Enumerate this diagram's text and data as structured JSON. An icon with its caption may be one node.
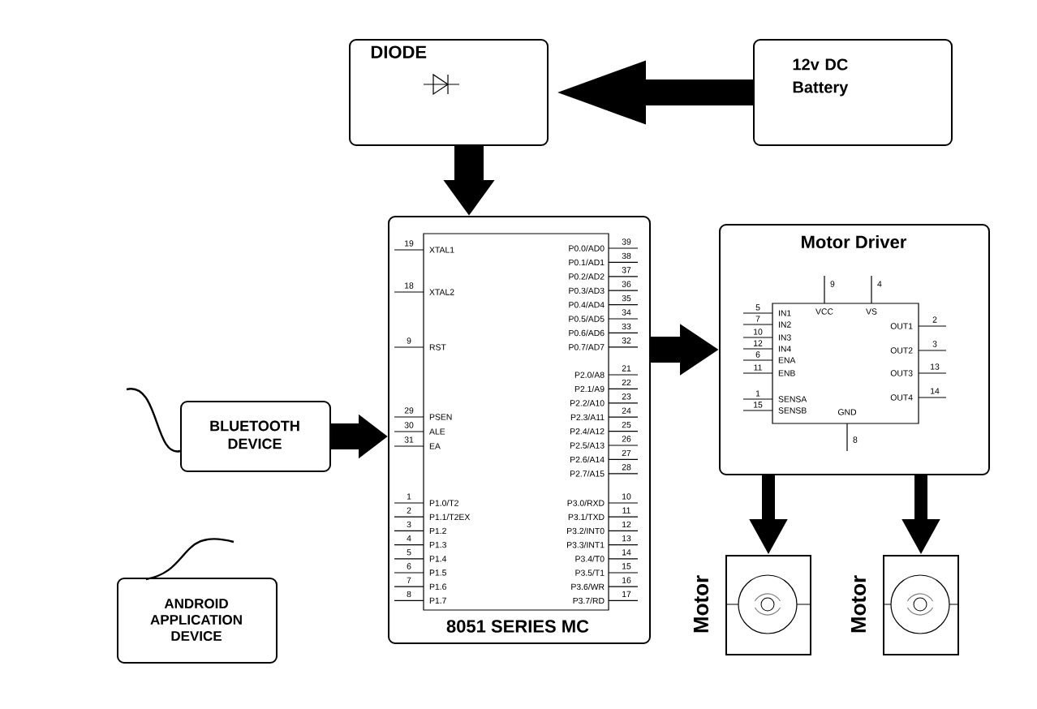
{
  "diagram": {
    "nodes": [
      {
        "text": [
          "DIODE"
        ]
      },
      {
        "text": [
          "12v DC Battery"
        ]
      },
      {
        "text": [
          "8051 SERIES MC"
        ]
      },
      {
        "text": [
          "Motor Driver"
        ]
      },
      {
        "text": [
          "BLUETOOTH DEVICE"
        ]
      },
      {
        "text": [
          "ANDROID APPLICATION DEVICE"
        ]
      },
      {
        "text": [
          "Motor"
        ]
      },
      {
        "text": [
          "Motor"
        ]
      }
    ],
    "edges": [
      {
        "from": 1,
        "to": 0,
        "arrow": "to"
      },
      {
        "from": 0,
        "to": 2,
        "arrow": "to"
      },
      {
        "from": 4,
        "to": 2,
        "arrow": "to"
      },
      {
        "from": 2,
        "to": 3,
        "arrow": "to"
      },
      {
        "from": 3,
        "to": 6,
        "arrow": "to"
      },
      {
        "from": 3,
        "to": 7,
        "arrow": "to"
      }
    ],
    "labels": [
      "19",
      "XTAL1",
      "18",
      "XTAL2",
      "9",
      "RST",
      "29",
      "PSEN",
      "30",
      "ALE",
      "31",
      "EA",
      "1",
      "P1.0/T2",
      "2",
      "P1.1/T2EX",
      "3",
      "P1.2",
      "4",
      "P1.3",
      "5",
      "P1.4",
      "6",
      "P1.5",
      "7",
      "P1.6",
      "8",
      "P1.7",
      "P0.0/AD0",
      "39",
      "P0.1/AD1",
      "38",
      "P0.2/AD2",
      "37",
      "P0.3/AD3",
      "36",
      "P0.4/AD4",
      "35",
      "P0.5/AD5",
      "34",
      "P0.6/AD6",
      "33",
      "P0.7/AD7",
      "32",
      "P2.0/A8",
      "21",
      "P2.1/A9",
      "22",
      "P2.2/A10",
      "23",
      "P2.3/A11",
      "24",
      "P2.4/A12",
      "25",
      "P2.5/A13",
      "26",
      "P2.6/A14",
      "27",
      "P2.7/A15",
      "28",
      "P3.0/RXD",
      "10",
      "P3.1/TXD",
      "11",
      "P3.2/INT0",
      "12",
      "P3.3/INT1",
      "13",
      "P3.4/T0",
      "14",
      "P3.5/T1",
      "15",
      "P3.6/WR",
      "16",
      "P3.7/RD",
      "17",
      "9",
      "VCC",
      "4",
      "VS",
      "5",
      "IN1",
      "7",
      "IN2",
      "10",
      "IN3",
      "12",
      "IN4",
      "6",
      "ENA",
      "11",
      "ENB",
      "1",
      "SENSA",
      "15",
      "SENSB",
      "OUT1",
      "2",
      "OUT2",
      "3",
      "OUT3",
      "13",
      "OUT4",
      "14",
      "GND",
      "8"
    ]
  }
}
